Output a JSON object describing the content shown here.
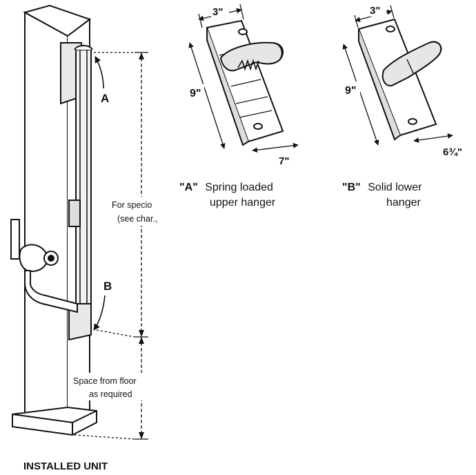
{
  "main_unit": {
    "caption": "INSTALLED UNIT",
    "label_a": "A",
    "label_b": "B",
    "spacing_note_line1": "For specio",
    "spacing_note_line2": "(see char.,",
    "floor_note_line1": "Space from floor",
    "floor_note_line2": "as required"
  },
  "hanger_a": {
    "code": "\"A\"",
    "caption_line1": "Spring loaded",
    "caption_line2": "upper hanger",
    "width_dim": "3\"",
    "height_dim": "9\"",
    "depth_dim": "7\""
  },
  "hanger_b": {
    "code": "\"B\"",
    "caption_line1": "Solid lower",
    "caption_line2": "hanger",
    "width_dim": "3\"",
    "height_dim": "9\"",
    "depth_dim": "6¾\""
  }
}
